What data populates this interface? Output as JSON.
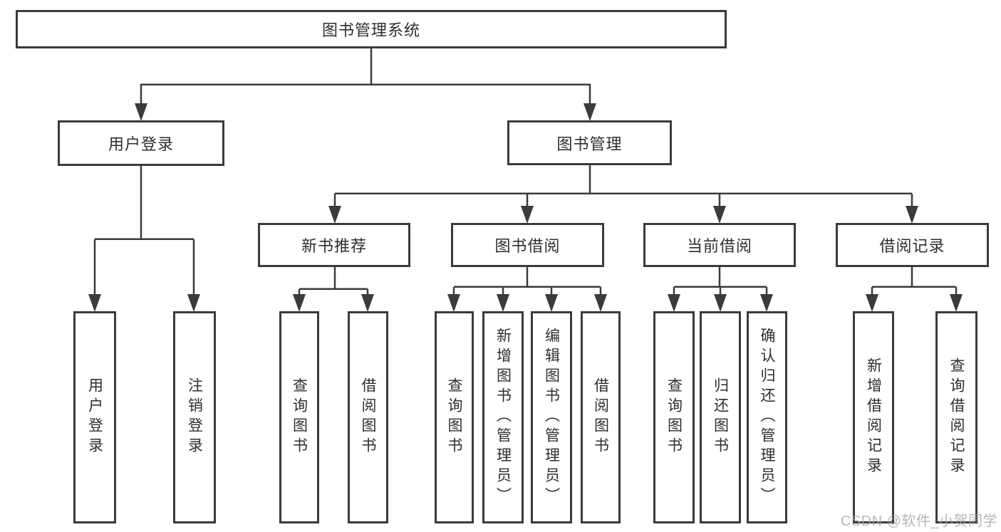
{
  "tree": {
    "label": "图书管理系统",
    "children": [
      {
        "label": "用户登录",
        "children": [
          {
            "label": "用户登录"
          },
          {
            "label": "注销登录"
          }
        ]
      },
      {
        "label": "图书管理",
        "children": [
          {
            "label": "新书推荐",
            "children": [
              {
                "label": "查询图书"
              },
              {
                "label": "借阅图书"
              }
            ]
          },
          {
            "label": "图书借阅",
            "children": [
              {
                "label": "查询图书"
              },
              {
                "label": "新增图书（管理员）"
              },
              {
                "label": "编辑图书（管理员）"
              },
              {
                "label": "借阅图书"
              }
            ]
          },
          {
            "label": "当前借阅",
            "children": [
              {
                "label": "查询图书"
              },
              {
                "label": "归还图书"
              },
              {
                "label": "确认归还（管理员）"
              }
            ]
          },
          {
            "label": "借阅记录",
            "children": [
              {
                "label": "新增借阅记录"
              },
              {
                "label": "查询借阅记录"
              }
            ]
          }
        ]
      }
    ]
  },
  "watermark": {
    "text": "CSDN @软件_小贺同学",
    "color": "#a6a6a6"
  },
  "colors": {
    "line": "#3b3b3b",
    "text": "#2e2e2e",
    "background": "#ffffff"
  }
}
